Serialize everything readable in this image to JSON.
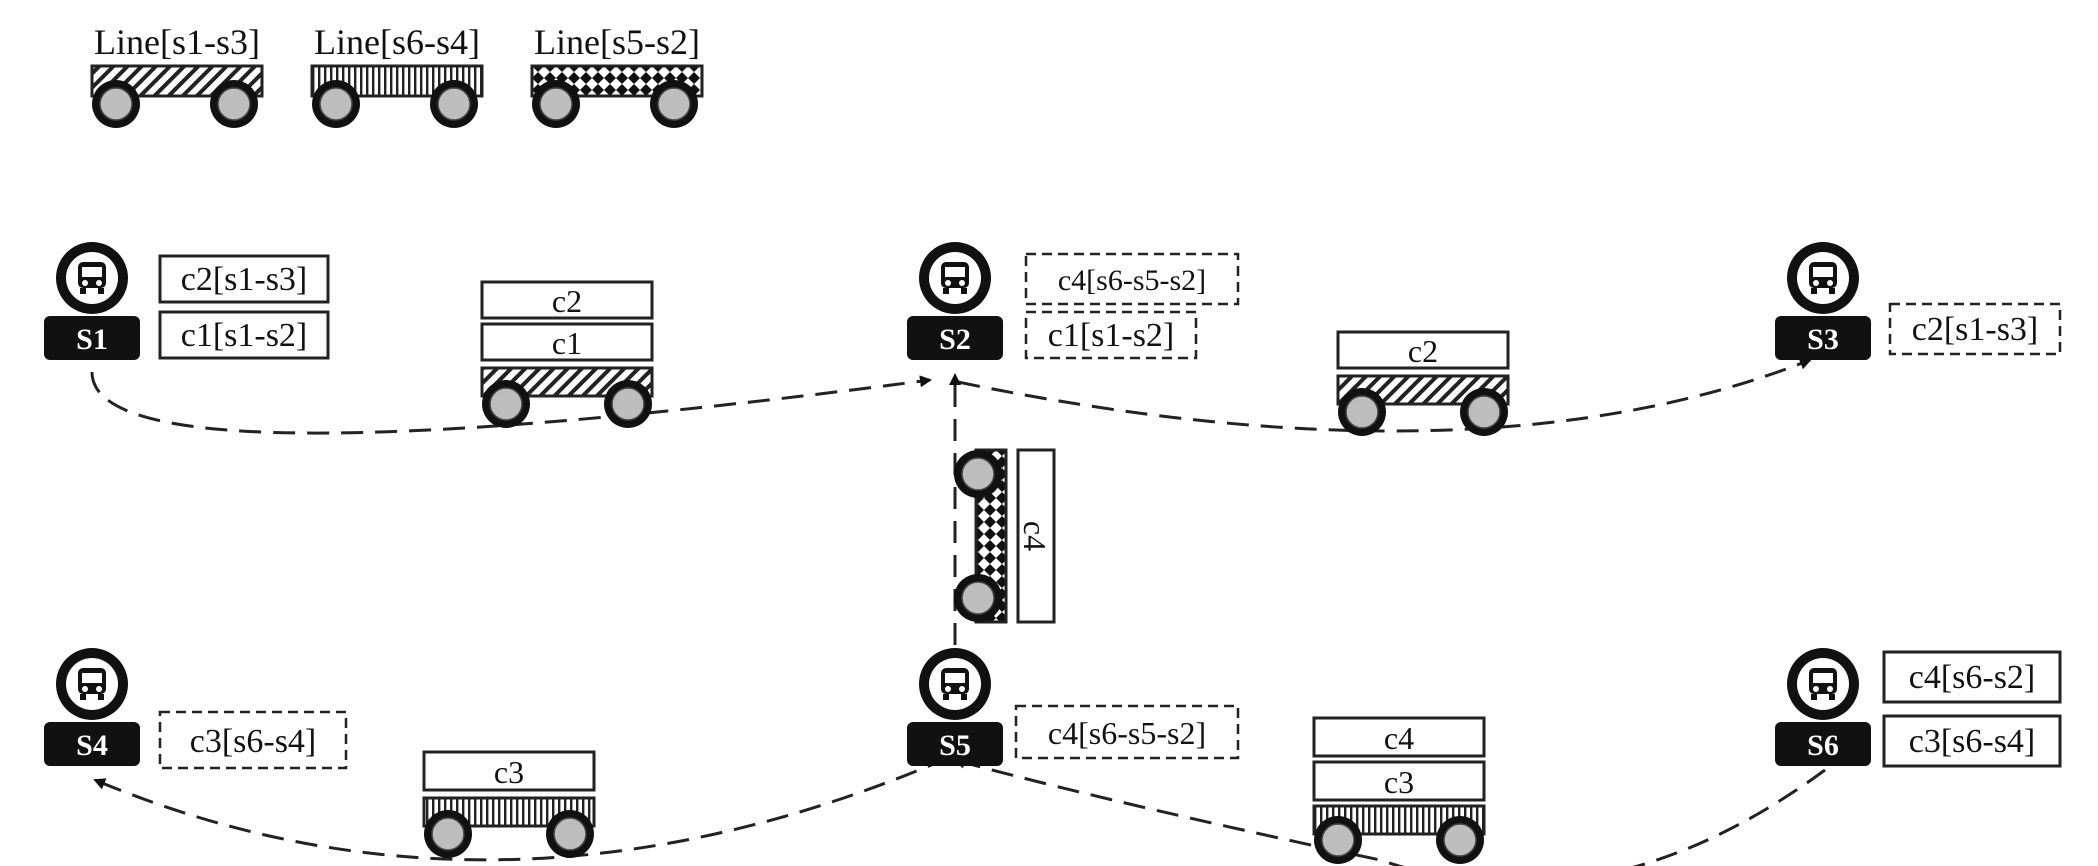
{
  "legend": [
    {
      "label": "Line[s1-s3]",
      "pattern": "diagonal"
    },
    {
      "label": "Line[s6-s4]",
      "pattern": "vertical"
    },
    {
      "label": "Line[s5-s2]",
      "pattern": "checker"
    }
  ],
  "stations": {
    "s1": {
      "label": "S1"
    },
    "s2": {
      "label": "S2"
    },
    "s3": {
      "label": "S3"
    },
    "s4": {
      "label": "S4"
    },
    "s5": {
      "label": "S5"
    },
    "s6": {
      "label": "S6"
    }
  },
  "station_tags": {
    "s1_top": {
      "text": "c2[s1-s3]",
      "style": "solid"
    },
    "s1_bottom": {
      "text": "c1[s1-s2]",
      "style": "solid"
    },
    "s2_top": {
      "text": "c4[s6-s5-s2]",
      "style": "dashed"
    },
    "s2_bottom": {
      "text": "c1[s1-s2]",
      "style": "dashed"
    },
    "s3": {
      "text": "c2[s1-s3]",
      "style": "dashed"
    },
    "s4": {
      "text": "c3[s6-s4]",
      "style": "dashed"
    },
    "s5": {
      "text": "c4[s6-s5-s2]",
      "style": "dashed"
    },
    "s6_top": {
      "text": "c4[s6-s2]",
      "style": "solid"
    },
    "s6_bottom": {
      "text": "c3[s6-s4]",
      "style": "solid"
    }
  },
  "vehicles": {
    "v_s1_s2": {
      "cargo": [
        "c2",
        "c1"
      ],
      "pattern": "diagonal"
    },
    "v_s2_s3": {
      "cargo": [
        "c2"
      ],
      "pattern": "diagonal"
    },
    "v_s5_s2": {
      "cargo": [
        "c4"
      ],
      "pattern": "checker"
    },
    "v_s5_s4": {
      "cargo": [
        "c3"
      ],
      "pattern": "vertical"
    },
    "v_s6_s5": {
      "cargo": [
        "c4",
        "c3"
      ],
      "pattern": "vertical"
    }
  }
}
